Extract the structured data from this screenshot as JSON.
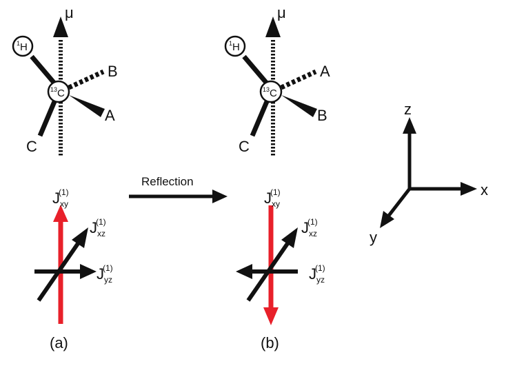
{
  "molecule_a": {
    "mu": "μ",
    "h_mass": "1",
    "h_symbol": "H",
    "c_mass": "13",
    "c_symbol": "C",
    "sub_c": "C",
    "sub_dash": "B",
    "sub_wedge": "A"
  },
  "molecule_b": {
    "mu": "μ",
    "h_mass": "1",
    "h_symbol": "H",
    "c_mass": "13",
    "c_symbol": "C",
    "sub_c": "C",
    "sub_dash": "A",
    "sub_wedge": "B"
  },
  "transform_label": "Reflection",
  "tensor": {
    "xy": {
      "base": "J",
      "sub": "xy",
      "sup": "(1)"
    },
    "xz": {
      "base": "J",
      "sub": "xz",
      "sup": "(1)"
    },
    "yz": {
      "base": "J",
      "sub": "yz",
      "sup": "(1)"
    }
  },
  "panel_labels": {
    "a": "(a)",
    "b": "(b)"
  },
  "axes": {
    "x": "x",
    "y": "y",
    "z": "z"
  },
  "colors": {
    "ink": "#111111",
    "red": "#e8202a"
  }
}
